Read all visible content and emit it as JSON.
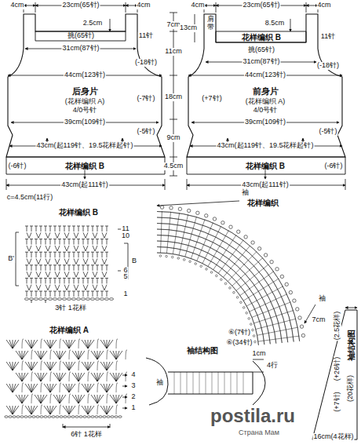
{
  "diagram": {
    "nodes": [
      {
        "text": [
          "后身片",
          "(花样编织 A)",
          "4/0号针"
        ]
      },
      {
        "text": [
          "前身片",
          "(花样编织 A)",
          "4/0号针"
        ]
      }
    ],
    "labels": [
      "4cm",
      "23cm(65针)",
      "4cm",
      "2.5cm",
      "挑(65针)",
      "11针",
      "31cm(87针)",
      "(-18针)",
      "44cm(123针)",
      "(-7针)",
      "39cm(109针)",
      "(-5针)",
      "43cm(起119针、19.5花样起针)",
      "(-6针)",
      "花样编织 B",
      "43cm(起111针)",
      "7cm",
      "11cm",
      "18cm",
      "9cm",
      "4.5cm",
      "4cm",
      "23cm(65针)",
      "4cm",
      "13cm",
      "肩带",
      "8.5cm",
      "花样编织 B",
      "挑(65针)",
      "11针",
      "31cm(87针)",
      "(-18针)",
      "44cm(123针)",
      "(+7针)",
      "39cm(109针)",
      "(-5针)",
      "43cm(起119针、19.5花样起针)",
      "(-6针)",
      "花样编织 B",
      "43cm(起111针)",
      "c=4.5cm(11行)",
      "花样编织 B",
      "11",
      "10",
      "B'",
      "B",
      "6",
      "5",
      "1",
      "3针 1花样",
      "花样编织 A",
      "4",
      "3",
      "2",
      "1",
      "6针 1花样",
      "花样编织",
      "袖",
      "袖",
      "⑥(7针)",
      "⑥(34针)",
      "袖结构图",
      "袖",
      "1cm",
      "4行",
      "袖结构图",
      "7cm",
      "(2.5花样)",
      "(+26针)",
      "(+7针)",
      "(20花样)",
      "16cm(4花样)",
      "postila.ru",
      "Страна Мам"
    ]
  }
}
